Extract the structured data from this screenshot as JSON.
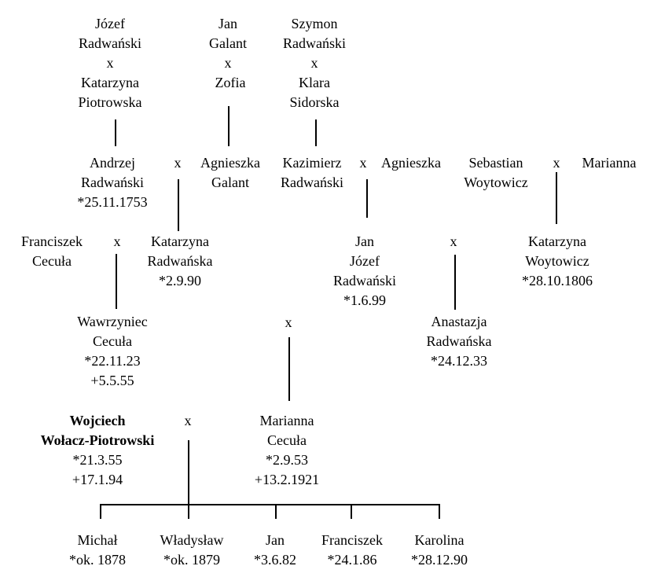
{
  "marriage_symbol": "x",
  "people": {
    "jozef_radwanski": [
      "Józef",
      "Radwański"
    ],
    "katarzyna_piotrowska": [
      "Katarzyna",
      "Piotrowska"
    ],
    "jan_galant": [
      "Jan",
      "Galant"
    ],
    "zofia": [
      "Zofia"
    ],
    "szymon_radwanski": [
      "Szymon",
      "Radwański"
    ],
    "klara_sidorska": [
      "Klara",
      "Sidorska"
    ],
    "andrzej_radwanski": [
      "Andrzej",
      "Radwański",
      "*25.11.1753"
    ],
    "agnieszka_galant": [
      "Agnieszka",
      "Galant"
    ],
    "kazimierz_radwanski": [
      "Kazimierz",
      "Radwański"
    ],
    "agnieszka": [
      "Agnieszka"
    ],
    "sebastian_woytowicz": [
      "Sebastian",
      "Woytowicz"
    ],
    "marianna": [
      "Marianna"
    ],
    "franciszek_cecula": [
      "Franciszek",
      "Cecuła"
    ],
    "katarzyna_radwanska": [
      "Katarzyna",
      "Radwańska",
      "*2.9.90"
    ],
    "jan_jozef_radwanski": [
      "Jan",
      "Józef",
      "Radwański",
      "*1.6.99"
    ],
    "katarzyna_woytowicz": [
      "Katarzyna",
      "Woytowicz",
      "*28.10.1806"
    ],
    "wawrzyniec_cecula": [
      "Wawrzyniec",
      "Cecuła",
      "*22.11.23",
      "+5.5.55"
    ],
    "anastazja_radwanska": [
      "Anastazja",
      "Radwańska",
      "*24.12.33"
    ],
    "wojciech_wolacz_piotrowski": [
      "Wojciech",
      "Wołacz-Piotrowski",
      "*21.3.55",
      "+17.1.94"
    ],
    "marianna_cecula": [
      "Marianna",
      "Cecuła",
      "*2.9.53",
      "+13.2.1921"
    ],
    "michal": [
      "Michał",
      "*ok. 1878"
    ],
    "wladyslaw": [
      "Władysław",
      "*ok. 1879"
    ],
    "jan": [
      "Jan",
      "*3.6.82"
    ],
    "franciszek": [
      "Franciszek",
      "*24.1.86"
    ],
    "karolina": [
      "Karolina",
      "*28.12.90"
    ]
  }
}
